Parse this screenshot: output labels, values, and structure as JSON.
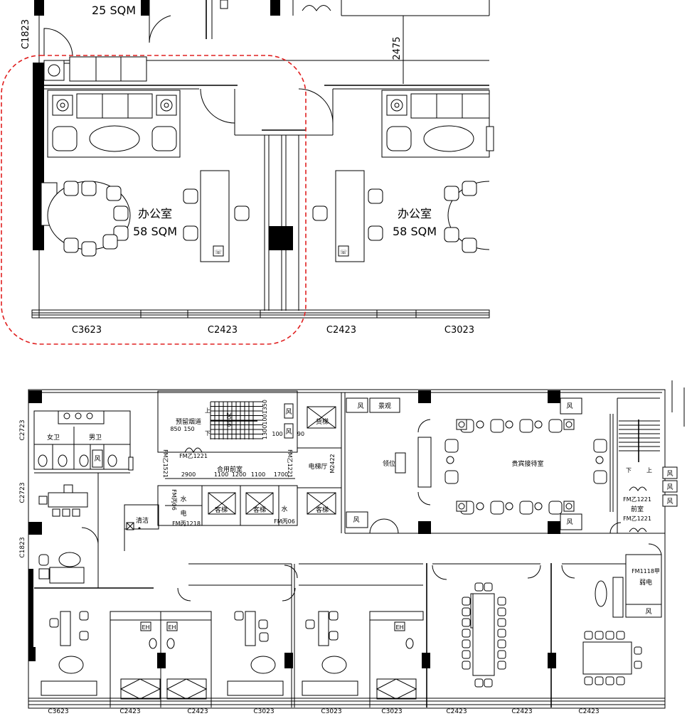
{
  "detail_plan": {
    "top_room_area": "25 SQM",
    "left_window_code": "C1823",
    "dimension": "2475",
    "office_left": {
      "name": "办公室",
      "area": "58 SQM"
    },
    "office_right": {
      "name": "办公室",
      "area": "58 SQM"
    },
    "bottom_windows": [
      "C3623",
      "C2423",
      "C2423",
      "C3023"
    ],
    "highlight_color": "#e02020"
  },
  "floor_plan": {
    "left_windows": [
      "C2723",
      "C2723",
      "C1823"
    ],
    "restrooms": {
      "female": "女卫",
      "male": "男卫",
      "vent": "风"
    },
    "stair": {
      "flue": "预留烟道",
      "dim_850": "850",
      "dim_150": "150",
      "up": "上",
      "down": "下",
      "dim_2050": "2050",
      "dim_stack": "13001001350",
      "vent1": "风",
      "vent2": "风",
      "dim_100": "100",
      "dim_90": "90",
      "door": "FM乙1221"
    },
    "lobby": {
      "name": "合用前室",
      "door_left": "FM乙1521",
      "door_right": "FM乙1221",
      "dims": [
        "2900",
        "1100",
        "1200",
        "1100",
        "1700"
      ]
    },
    "elevator_hall": {
      "name": "电梯厅",
      "door": "M2422",
      "freight": "货梯"
    },
    "shafts": {
      "water1": "水",
      "power": "电",
      "door1": "FM丙06",
      "door2": "FM丙1218",
      "water2": "水",
      "door3": "FM丙06"
    },
    "passenger_elevators": [
      "客梯",
      "客梯",
      "客梯"
    ],
    "cleaning": "清洁",
    "reception": {
      "landscape": "景观",
      "host": "领位",
      "vip_room": "贵宾接待室",
      "vents": [
        "风",
        "风",
        "风",
        "风"
      ]
    },
    "east_stair": {
      "down": "下",
      "up": "上",
      "anteroom": "前室",
      "door_top": "FM乙1221",
      "door_bottom": "FM乙1221",
      "vents": [
        "风",
        "风",
        "风"
      ]
    },
    "weak_current": {
      "door": "FM1118甲",
      "name": "弱电",
      "vent": "风"
    },
    "bottom_windows": [
      "C3623",
      "C2423",
      "C2423",
      "C3023",
      "C3023",
      "C3023",
      "C2423",
      "C2423",
      "C2423"
    ],
    "heater_label": "EH"
  }
}
